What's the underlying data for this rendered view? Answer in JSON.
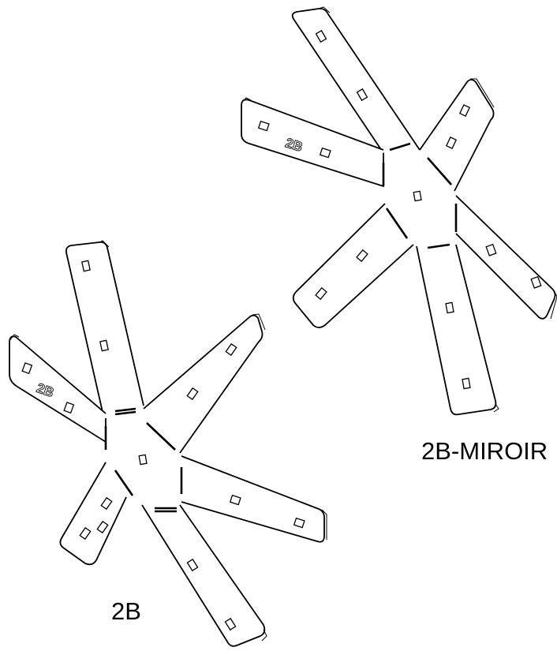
{
  "parts": [
    {
      "id": "left",
      "label": "2B",
      "engraving": "2B"
    },
    {
      "id": "right",
      "label": "2B-MIROIR",
      "engraving": "2B"
    }
  ]
}
